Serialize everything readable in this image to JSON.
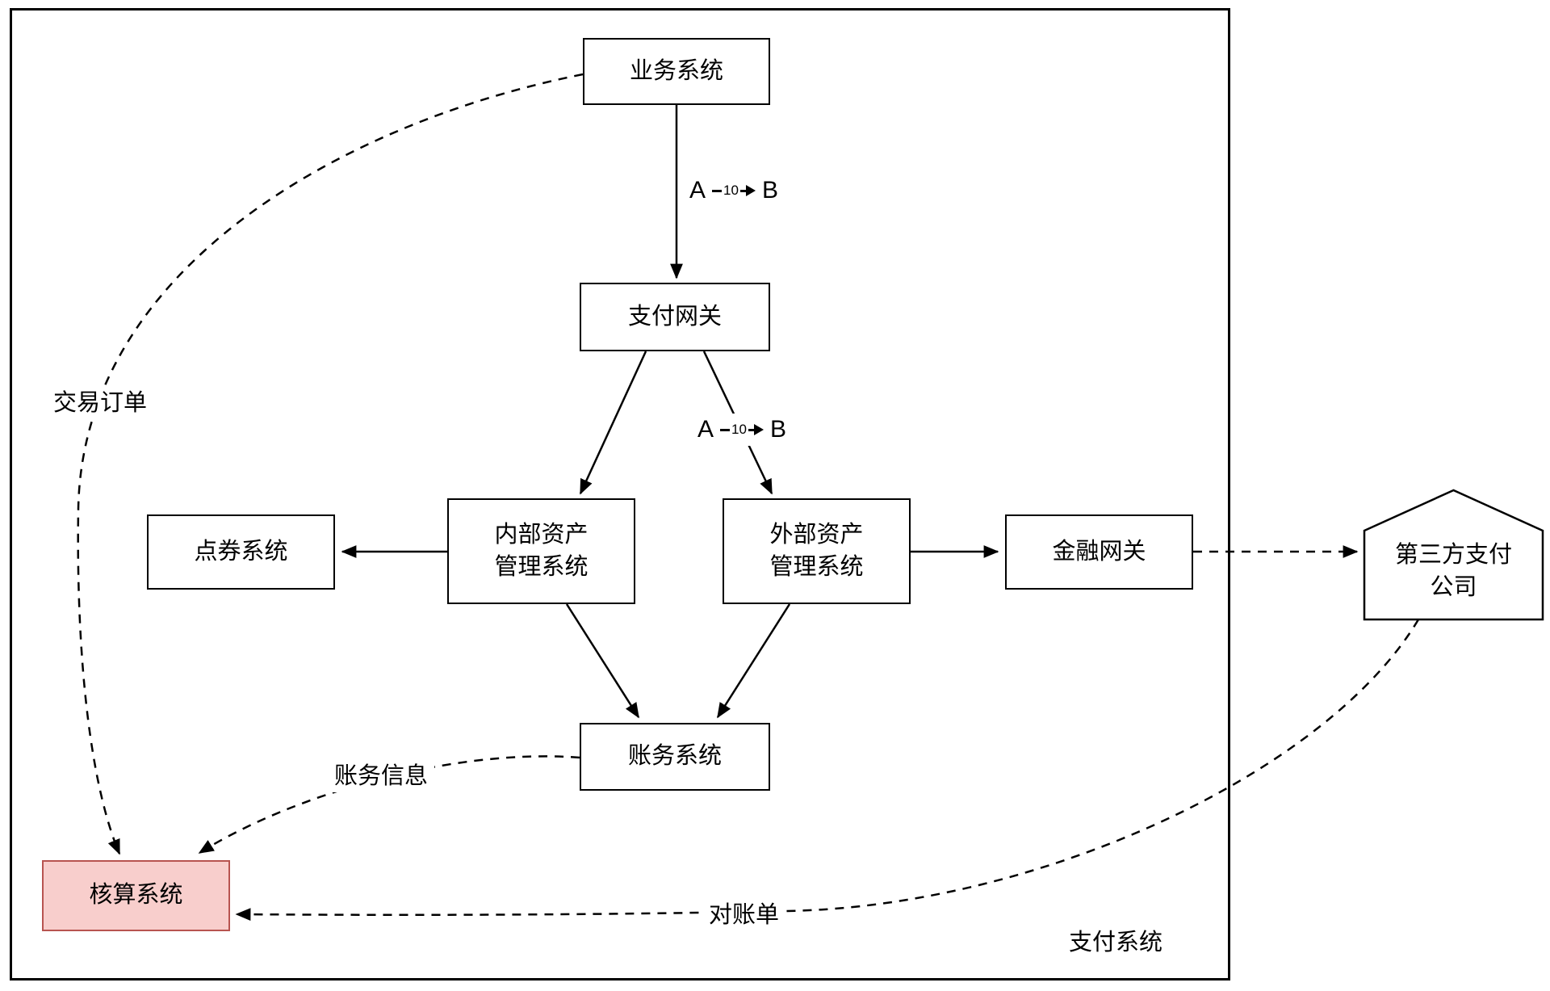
{
  "diagram": {
    "boundary_label": "支付系统",
    "nodes": {
      "business": {
        "label": "业务系统"
      },
      "payment_gateway": {
        "label": "支付网关"
      },
      "internal_asset": {
        "label": "内部资产\n管理系统"
      },
      "external_asset": {
        "label": "外部资产\n管理系统"
      },
      "voucher": {
        "label": "点券系统"
      },
      "financial_gateway": {
        "label": "金融网关"
      },
      "billing": {
        "label": "账务系统"
      },
      "reconciliation": {
        "label": "核算系统"
      },
      "third_party": {
        "label": "第三方支付\n公司"
      }
    },
    "edge_labels": {
      "transaction_order": "交易订单",
      "billing_info": "账务信息",
      "statement": "对账单"
    },
    "transfers": {
      "business_to_gateway": {
        "from": "A",
        "amount": "10",
        "to": "B"
      },
      "gateway_to_external": {
        "from": "A",
        "amount": "10",
        "to": "B"
      }
    },
    "colors": {
      "node_border": "#000000",
      "highlight_fill": "#f8cecc",
      "highlight_border": "#b85450",
      "line": "#000000"
    }
  }
}
